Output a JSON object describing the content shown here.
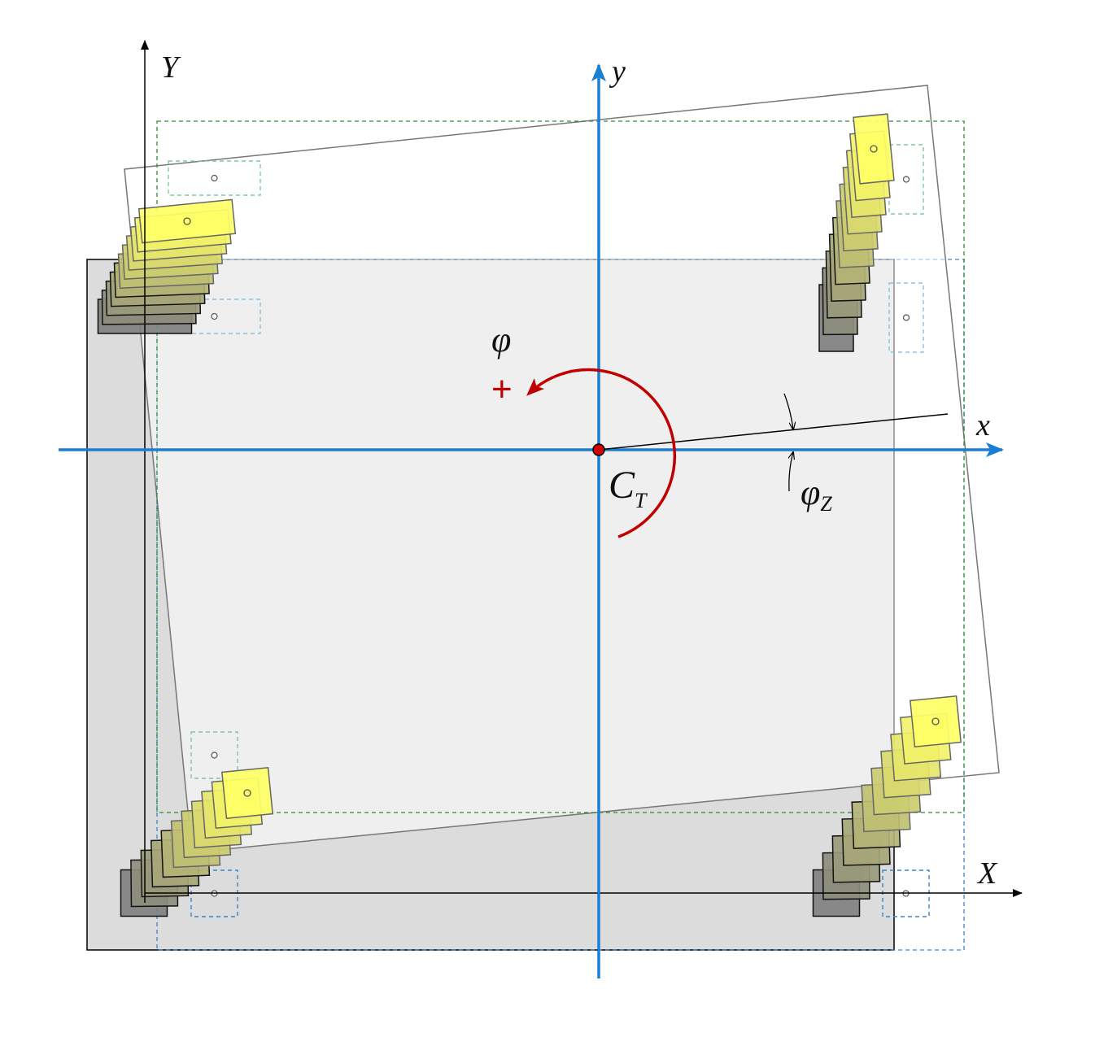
{
  "labels": {
    "global_y": "Y",
    "global_x": "X",
    "local_y": "y",
    "local_x": "x",
    "phi": "φ",
    "plus": "+",
    "center": "C",
    "center_sub": "T",
    "phi_z": "φ",
    "phi_z_sub": "Z"
  },
  "colors": {
    "axis_blue": "#1a7fd4",
    "rotation_red": "#c00000",
    "plate_gray": "#dcdcdc",
    "marker_yellow": "#ffff66",
    "marker_gray": "#808080",
    "green_dash": "#2e8b3a",
    "blue_dash": "#3a86c8"
  },
  "rotation_angle_deg": 5.7,
  "stack_steps": 11
}
